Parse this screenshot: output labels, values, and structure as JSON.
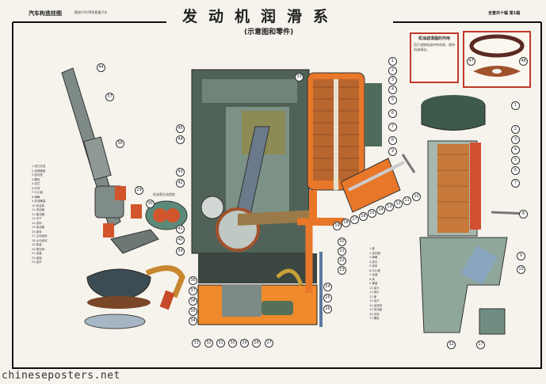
{
  "header": {
    "series": "汽车构造挂图",
    "series_sub": "解放CA10B型载重汽车",
    "title": "发动机润滑系",
    "subtitle": "(示意图和零件)",
    "sheet": "全套共十幅 第1幅"
  },
  "note_box": {
    "heading": "机油滤清器的作用",
    "text": "用于滤除机油中的杂质，保持机油清洁。"
  },
  "left_legend": [
    "1.滤芯总成",
    "2.滤清器盖",
    "3.密封垫",
    "4.螺栓",
    "5.滤芯",
    "6.外壳",
    "7.中心管",
    "8.弹簧",
    "9.放油螺塞",
    "10.机油泵",
    "11.进油管",
    "12.集滤器",
    "13.浮子",
    "14.滤网",
    "15.吸油管",
    "16.泵体",
    "17.主动齿轮",
    "18.从动齿轮",
    "19.泵盖",
    "20.限压阀",
    "21.油道",
    "22.曲轴",
    "23.连杆"
  ],
  "right_legend": [
    "1.盖",
    "2.密封圈",
    "3.弹簧",
    "4.滤芯",
    "5.壳体",
    "6.中心管",
    "7.油道",
    "8.阀",
    "9.螺塞",
    "10.接头",
    "11.垫片",
    "12.管",
    "13.油尺",
    "14.油底壳",
    "15.放油塞",
    "16.支架",
    "17.螺栓"
  ],
  "callouts": {
    "left": [
      "44",
      "37",
      "36",
      "29",
      "30"
    ],
    "pump_detail": "机油泵主动齿轮",
    "center_left": [
      "45",
      "44",
      "43",
      "42",
      "41",
      "40",
      "39",
      "36",
      "37",
      "38",
      "35",
      "34"
    ],
    "bottom": [
      "33",
      "32",
      "31",
      "30",
      "29",
      "28",
      "27"
    ],
    "filter": [
      "1",
      "2",
      "3",
      "4",
      "5",
      "6",
      "7",
      "8",
      "9",
      "33"
    ],
    "filter_bottom": [
      "10",
      "11",
      "12",
      "13",
      "14",
      "15",
      "16",
      "17",
      "18",
      "19"
    ],
    "center_right": [
      "20",
      "21",
      "22",
      "23",
      "24",
      "25",
      "26"
    ],
    "far_right": [
      "1",
      "2",
      "3",
      "4",
      "5",
      "6",
      "7",
      "8",
      "9",
      "10"
    ],
    "far_right_bottom": [
      "32",
      "17"
    ],
    "disc": [
      "47",
      "48"
    ]
  },
  "watermark": "chineseposters.net",
  "colors": {
    "oil": "#e8772a",
    "metal": "#6f8a7c",
    "dark": "#3d4a44",
    "frame": "#111111"
  }
}
